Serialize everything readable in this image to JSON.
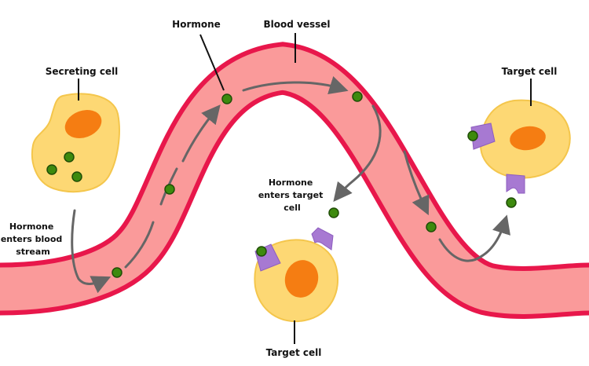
{
  "labels": {
    "hormone": "Hormone",
    "blood_vessel": "Blood vessel",
    "secreting_cell": "Secreting cell",
    "target_cell_top": "Target cell",
    "target_cell_bottom": "Target cell",
    "enters_blood": [
      "Hormone",
      "enters blood",
      "stream"
    ],
    "enters_target": [
      "Hormone",
      "enters target",
      "cell"
    ]
  },
  "colors": {
    "vessel_wall": "#e8174b",
    "vessel_fill": "#fa9a9a",
    "cell_fill": "#fdd874",
    "cell_edge": "#f4c64c",
    "nucleus": "#f57d12",
    "hormone": "#3d8a0e",
    "receptor": "#a779d2",
    "arrow": "#666666"
  }
}
